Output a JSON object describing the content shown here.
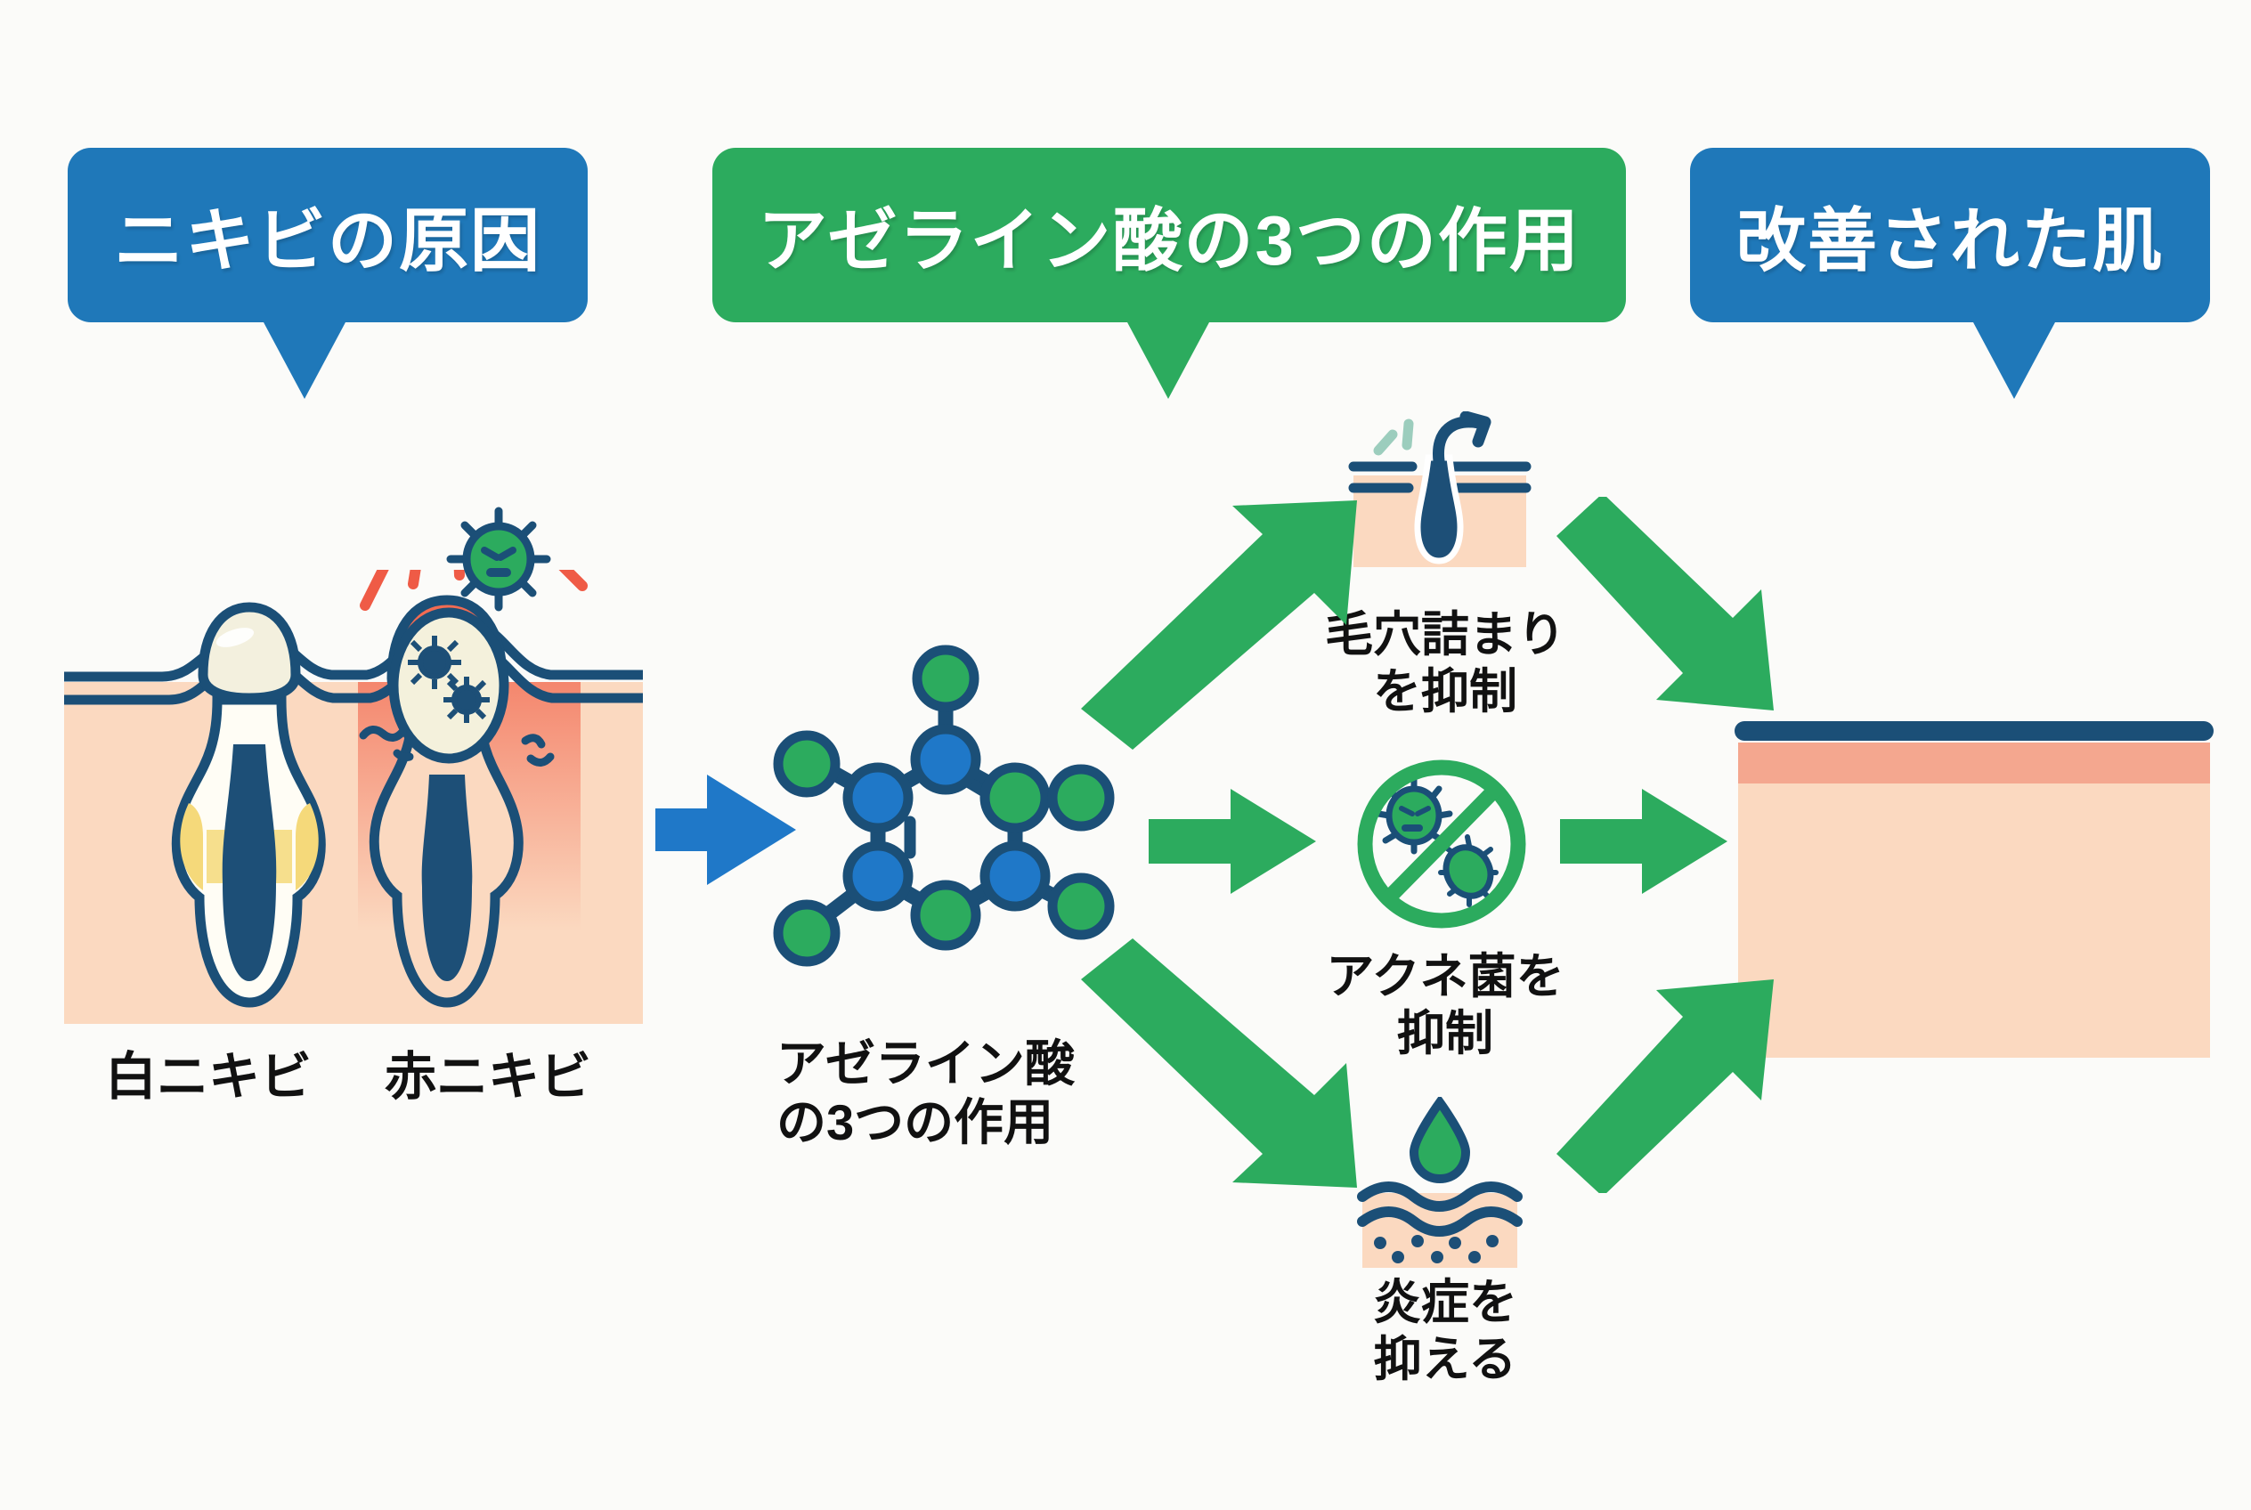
{
  "banners": [
    {
      "id": "causes",
      "label": "ニキビの原因",
      "color": "#1f78b9"
    },
    {
      "id": "actions",
      "label": "アゼライン酸の3つの作用",
      "color": "#2cab5e"
    },
    {
      "id": "improved",
      "label": "改善された肌",
      "color": "#1f78b9"
    }
  ],
  "acne_section": {
    "white_acne_label": "白ニキビ",
    "red_acne_label": "赤ニキビ",
    "icon_names": [
      "whitehead-pore-icon",
      "inflamed-pore-icon",
      "angry-germ-icon",
      "irritation-lines-icon"
    ]
  },
  "molecule_section": {
    "caption": "アゼライン酸\nの3つの作用",
    "icon_name": "azelaic-acid-molecule-icon",
    "ring_color": "#1f78c8",
    "node_color": "#2cab5e",
    "outline_color": "#1b4f77"
  },
  "effects": [
    {
      "id": "pore",
      "caption": "毛穴詰まり\nを抑制",
      "icon_name": "pore-unclog-icon"
    },
    {
      "id": "bacteria",
      "caption": "アクネ菌を\n抑制",
      "icon_name": "no-bacteria-icon"
    },
    {
      "id": "inflammation",
      "caption": "炎症を\n抑える",
      "icon_name": "soothe-inflammation-icon"
    }
  ],
  "improved_skin": {
    "icon_name": "healthy-skin-panel-icon",
    "surface_color": "#1b4f77",
    "upper_layer_color": "#f4a78f",
    "body_color": "#fbd9c0"
  },
  "arrows": [
    {
      "id": "main-blue",
      "name": "arrow-right-blue-icon",
      "color": "#1f78c8"
    },
    {
      "id": "branch-top",
      "name": "arrow-up-right-green-icon",
      "color": "#2cab5e"
    },
    {
      "id": "branch-middle",
      "name": "arrow-right-green-icon",
      "color": "#2cab5e"
    },
    {
      "id": "branch-bottom",
      "name": "arrow-down-right-green-icon",
      "color": "#2cab5e"
    },
    {
      "id": "out-top",
      "name": "arrow-down-right-green-icon",
      "color": "#2cab5e"
    },
    {
      "id": "out-middle",
      "name": "arrow-right-green-icon",
      "color": "#2cab5e"
    },
    {
      "id": "out-bottom",
      "name": "arrow-up-right-green-icon",
      "color": "#2cab5e"
    }
  ],
  "palette": {
    "background": "#fbfbf9",
    "blue": "#1f78b9",
    "green": "#2cab5e",
    "navy": "#1b4f77",
    "skin": "#fbd9c0",
    "inflamed": "#f4846a",
    "sebum": "#f5d97a",
    "text": "#111111"
  }
}
